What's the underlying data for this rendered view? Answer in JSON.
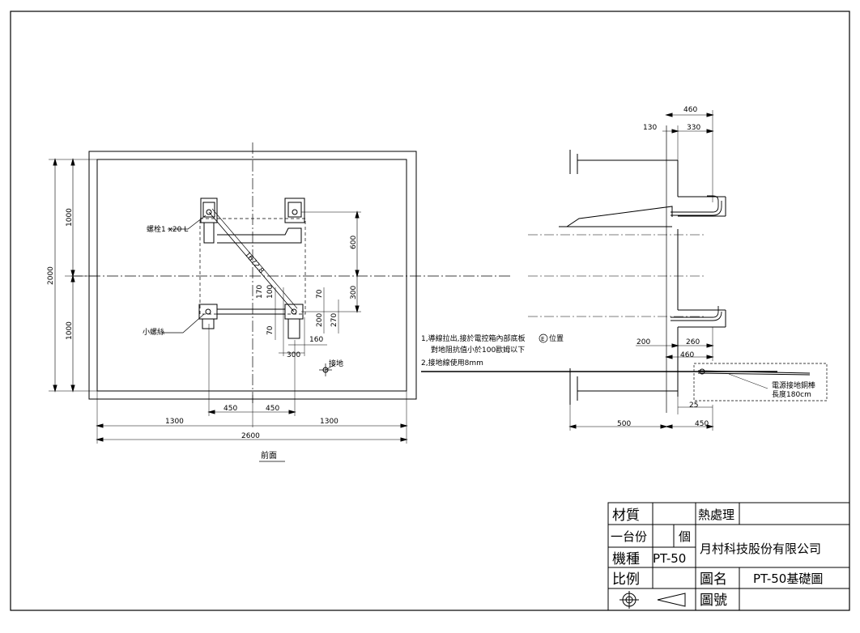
{
  "front_view": {
    "caption": "前面",
    "anchor_label": "螺栓1 x20 L",
    "ground_point_label": "小螺絲",
    "diag_label": "1672.8",
    "ground_label": "接地",
    "dims": {
      "total_height": "2000",
      "upper_height": "1000",
      "lower_height": "1000",
      "left_half": "1300",
      "right_half": "1300",
      "total_width": "2600",
      "bolt_left": "450",
      "bolt_right": "450",
      "v_600": "600",
      "v_300": "300",
      "d_170": "170",
      "d_100": "100",
      "d_70a": "70",
      "d_70b": "70",
      "d_200": "200",
      "d_270": "270",
      "d_160": "160",
      "d_300b": "300"
    }
  },
  "side_view": {
    "dims": {
      "top_460": "460",
      "top_130": "130",
      "top_330": "330",
      "mid_200": "200",
      "mid_260": "260",
      "mid_460": "460",
      "d_25": "25",
      "bottom_500": "500",
      "bottom_450": "450"
    },
    "ground_rod_note_1": "電源接地銅棒",
    "ground_rod_note_2": "長度180cm"
  },
  "notes": {
    "line1": "1,導線拉出,接於電控箱內部底板",
    "circle_mark": "E",
    "line1_end": "位置",
    "line2": "對地阻抗值小於100歐姆以下",
    "line3": "2,接地線使用8mm"
  },
  "title_block": {
    "material_label": "材質",
    "heat_label": "熱處理",
    "qty_label": "一台份",
    "qty_unit": "個",
    "model_label": "機種",
    "model_value": "PT-50",
    "company": "月村科技股份有限公司",
    "scale_label": "比例",
    "drawing_name_label": "圖名",
    "drawing_name_value": "PT-50基礎圖",
    "drawing_no_label": "圖號"
  }
}
